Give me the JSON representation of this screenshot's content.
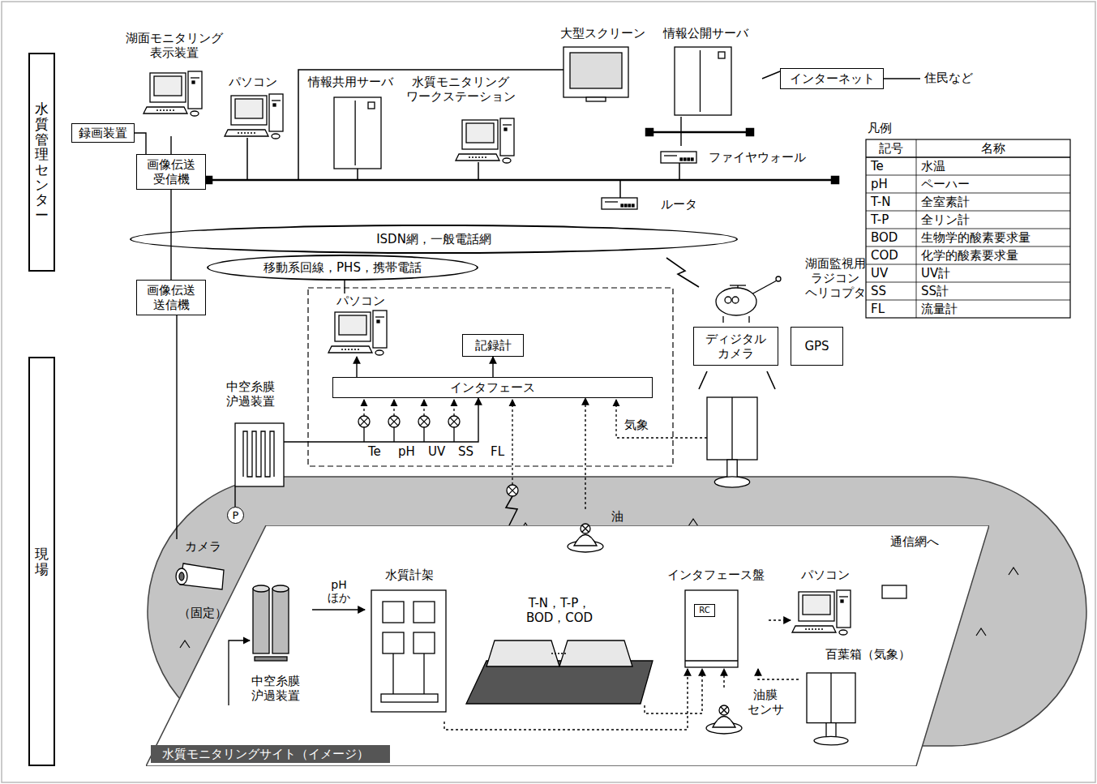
{
  "diagram": {
    "nodes": [
      {
        "text": [
          "水質管理センター"
        ]
      },
      {
        "text": [
          "湖面モニタリング 表示装置"
        ]
      },
      {
        "text": [
          "録画装置"
        ]
      },
      {
        "text": [
          "画像伝送 受信機"
        ]
      },
      {
        "text": [
          "パソコン"
        ]
      },
      {
        "text": [
          "情報共用サーバ"
        ]
      },
      {
        "text": [
          "水質モニタリング ワークステーション"
        ]
      },
      {
        "text": [
          "大型スクリーン"
        ]
      },
      {
        "text": [
          "情報公開サーバ"
        ]
      },
      {
        "text": [
          "インターネット"
        ]
      },
      {
        "text": [
          "ファイヤウォール"
        ]
      },
      {
        "text": [
          "ルータ"
        ]
      },
      {
        "text": [
          "ISDN網，一般電話網"
        ]
      },
      {
        "text": [
          "移動系回線，PHS，携帯電話"
        ]
      },
      {
        "text": [
          "画像伝送 送信機"
        ]
      },
      {
        "text": [
          "パソコン"
        ]
      },
      {
        "text": [
          "記録計"
        ]
      },
      {
        "text": [
          "インタフェース"
        ]
      },
      {
        "text": [
          "中空糸膜 沪過装置"
        ]
      },
      {
        "text": [
          "湖面監視用 ラジコン ヘリコプタ"
        ]
      },
      {
        "text": [
          "ディジタル カメラ"
        ]
      },
      {
        "text": [
          "GPS"
        ]
      },
      {
        "text": [
          "現場"
        ]
      },
      {
        "text": [
          "P"
        ]
      },
      {
        "text": [
          "油"
        ]
      },
      {
        "text": [
          "カメラ",
          "（固定）"
        ]
      },
      {
        "text": [
          "水質モニタリングサイト（イメージ）"
        ]
      },
      {
        "text": [
          "中空糸膜 沪過装置"
        ],
        "in": 26
      },
      {
        "text": [
          "水質計架"
        ],
        "in": 26
      },
      {
        "text": [
          "T-N，T-P， BOD，COD"
        ],
        "in": 26
      },
      {
        "text": [
          "インタフェース盤"
        ],
        "in": 26
      },
      {
        "text": [
          "RC"
        ],
        "in": 30
      },
      {
        "text": [
          "パソコン"
        ],
        "in": 26
      },
      {
        "text": [
          "百葉箱（気象）"
        ],
        "in": 26
      },
      {
        "text": [
          "油膜 センサ"
        ],
        "in": 26
      }
    ],
    "edges": [
      {
        "from": 1,
        "to": 3,
        "arrow": "none"
      },
      {
        "from": 2,
        "to": 3,
        "arrow": "none"
      },
      {
        "from": 3,
        "to": 14,
        "arrow": "none"
      },
      {
        "from": 14,
        "to": 25,
        "arrow": "none"
      },
      {
        "from": 8,
        "to": 9,
        "arrow": "none"
      },
      {
        "from": 10,
        "to": 8,
        "arrow": "none"
      },
      {
        "from": 13,
        "to": 15,
        "arrow": "none"
      },
      {
        "from": 17,
        "to": 15,
        "arrow": "to"
      },
      {
        "from": 17,
        "to": 16,
        "arrow": "to"
      },
      {
        "from": 18,
        "to": 17,
        "arrow": "to"
      },
      {
        "from": 23,
        "to": 18,
        "arrow": "none"
      },
      {
        "from": 24,
        "to": 17,
        "arrow": "to"
      },
      {
        "from": 27,
        "to": 28,
        "label": "pH ほか",
        "arrow": "to"
      },
      {
        "from": 28,
        "to": 30,
        "arrow": "to"
      },
      {
        "from": 29,
        "to": 30,
        "arrow": "to"
      },
      {
        "from": 34,
        "to": 30,
        "arrow": "to"
      },
      {
        "from": 33,
        "to": 30,
        "arrow": "to"
      },
      {
        "from": 30,
        "to": 32,
        "arrow": "to"
      }
    ],
    "labels": [
      "住民など",
      "通信網へ",
      "気象",
      "Te",
      "pH",
      "UV",
      "SS",
      "FL",
      "凡例",
      "記号",
      "名称",
      "Te",
      "水温",
      "pH",
      "ペーハー",
      "T-N",
      "全室素計",
      "T-P",
      "全リン計",
      "BOD",
      "生物学的酸素要求量",
      "COD",
      "化学的酸素要求量",
      "UV",
      "UV計",
      "SS",
      "SS計",
      "FL",
      "流量計"
    ]
  }
}
